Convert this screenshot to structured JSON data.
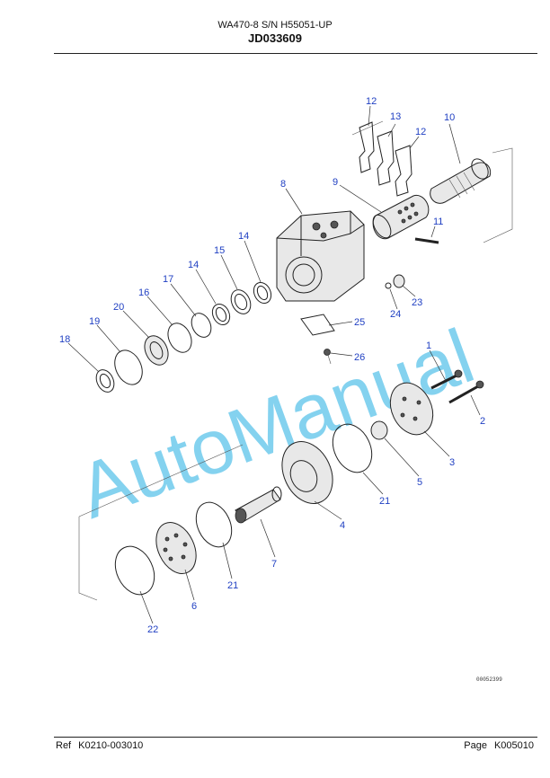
{
  "header": {
    "model_line": "WA470-8 S/N H55051-UP",
    "doc_id": "JD033609"
  },
  "callouts": [
    {
      "id": "c12a",
      "text": "12"
    },
    {
      "id": "c13",
      "text": "13"
    },
    {
      "id": "c10",
      "text": "10"
    },
    {
      "id": "c12b",
      "text": "12"
    },
    {
      "id": "c8",
      "text": "8"
    },
    {
      "id": "c9",
      "text": "9"
    },
    {
      "id": "c11",
      "text": "11"
    },
    {
      "id": "c14a",
      "text": "14"
    },
    {
      "id": "c15",
      "text": "15"
    },
    {
      "id": "c14b",
      "text": "14"
    },
    {
      "id": "c17",
      "text": "17"
    },
    {
      "id": "c16",
      "text": "16"
    },
    {
      "id": "c20",
      "text": "20"
    },
    {
      "id": "c19",
      "text": "19"
    },
    {
      "id": "c18",
      "text": "18"
    },
    {
      "id": "c23",
      "text": "23"
    },
    {
      "id": "c24",
      "text": "24"
    },
    {
      "id": "c25",
      "text": "25"
    },
    {
      "id": "c26",
      "text": "26"
    },
    {
      "id": "c1",
      "text": "1"
    },
    {
      "id": "c2",
      "text": "2"
    },
    {
      "id": "c3",
      "text": "3"
    },
    {
      "id": "c5",
      "text": "5"
    },
    {
      "id": "c21a",
      "text": "21"
    },
    {
      "id": "c4",
      "text": "4"
    },
    {
      "id": "c7",
      "text": "7"
    },
    {
      "id": "c21b",
      "text": "21"
    },
    {
      "id": "c6",
      "text": "6"
    },
    {
      "id": "c22",
      "text": "22"
    }
  ],
  "drawing_number": "00052399",
  "watermark": "AutoManual",
  "footer": {
    "ref_label": "Ref",
    "ref_value": "K0210-003010",
    "page_label": "Page",
    "page_value": "K005010"
  }
}
